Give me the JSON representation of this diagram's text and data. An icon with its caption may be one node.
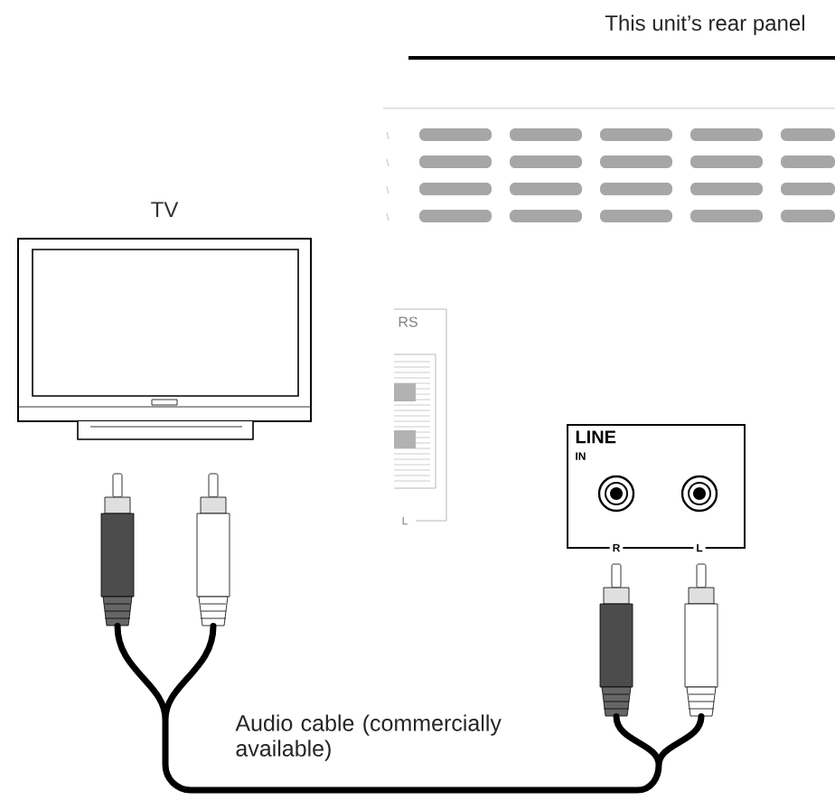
{
  "diagram": {
    "nodes": [
      {
        "text": [
          "TV"
        ]
      },
      {
        "text": [
          "LINE",
          "IN"
        ]
      },
      {
        "text": [],
        "shape": "plug"
      },
      {
        "text": [],
        "shape": "plug"
      },
      {
        "text": [],
        "shape": "plug"
      },
      {
        "text": [],
        "shape": "plug"
      }
    ],
    "edges": [
      {
        "from": 2,
        "to": 4,
        "arrow": "none",
        "label": "Audio cable (commercially available)"
      },
      {
        "from": 3,
        "to": 5,
        "arrow": "none"
      }
    ],
    "labels": [
      "This unit’s rear panel",
      "RS",
      "L",
      "R",
      "L"
    ]
  }
}
